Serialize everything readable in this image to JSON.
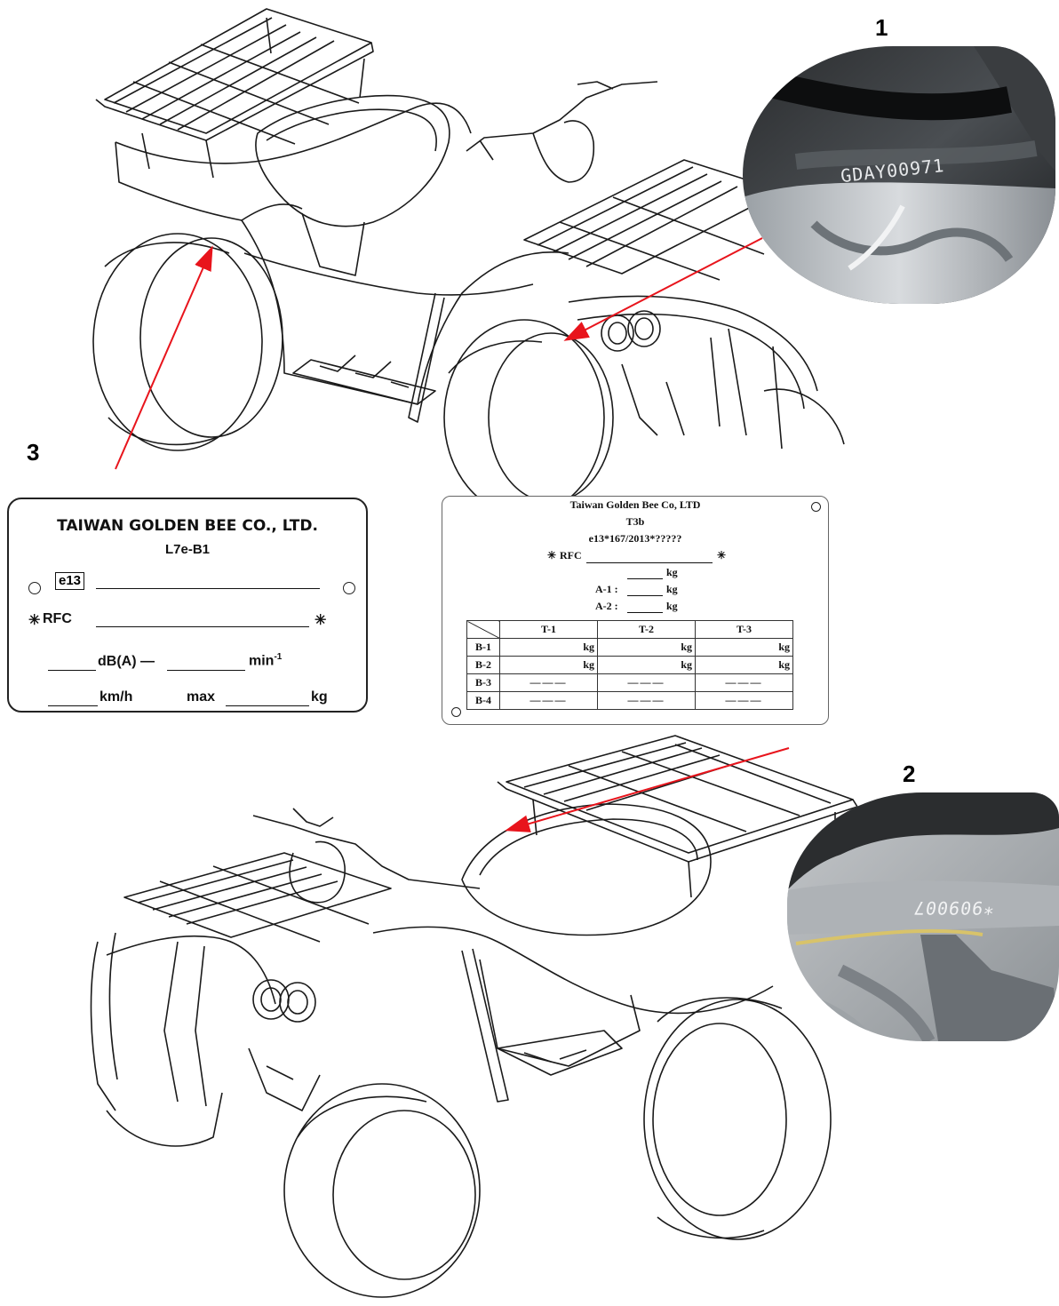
{
  "callouts": {
    "c1": "1",
    "c2": "2",
    "c3": "3"
  },
  "photo1": {
    "stamp": "GDAY00971"
  },
  "photo2": {
    "stamp": "*909007"
  },
  "plate_left": {
    "company": "TAIWAN GOLDEN BEE CO., LTD.",
    "model": "L7e-B1",
    "approval_mark": "e13",
    "rfc_label": "RFC",
    "asterisk": "✳",
    "db_label": "dB(A) —",
    "rpm_label": "min",
    "rpm_sup": "-1",
    "speed_label": "km/h",
    "max_label": "max",
    "kg_label": "kg"
  },
  "plate_right": {
    "company": "Taiwan Golden Bee Co, LTD",
    "model": "T3b",
    "approval": "e13*167/2013*?????",
    "rfc_label": "RFC",
    "asterisk": "✳",
    "kg": "kg",
    "a1_label": "A-1 :",
    "a2_label": "A-2 :",
    "table": {
      "headers": [
        "T-1",
        "T-2",
        "T-3"
      ],
      "rows": [
        {
          "label": "B-1",
          "cells": [
            "kg",
            "kg",
            "kg"
          ]
        },
        {
          "label": "B-2",
          "cells": [
            "kg",
            "kg",
            "kg"
          ]
        },
        {
          "label": "B-3",
          "cells": [
            "———",
            "———",
            "———"
          ]
        },
        {
          "label": "B-4",
          "cells": [
            "———",
            "———",
            "———"
          ]
        }
      ]
    }
  },
  "colors": {
    "arrow": "#e8141c",
    "line": "#1a1a1a",
    "metal": "#b9bcbf"
  }
}
